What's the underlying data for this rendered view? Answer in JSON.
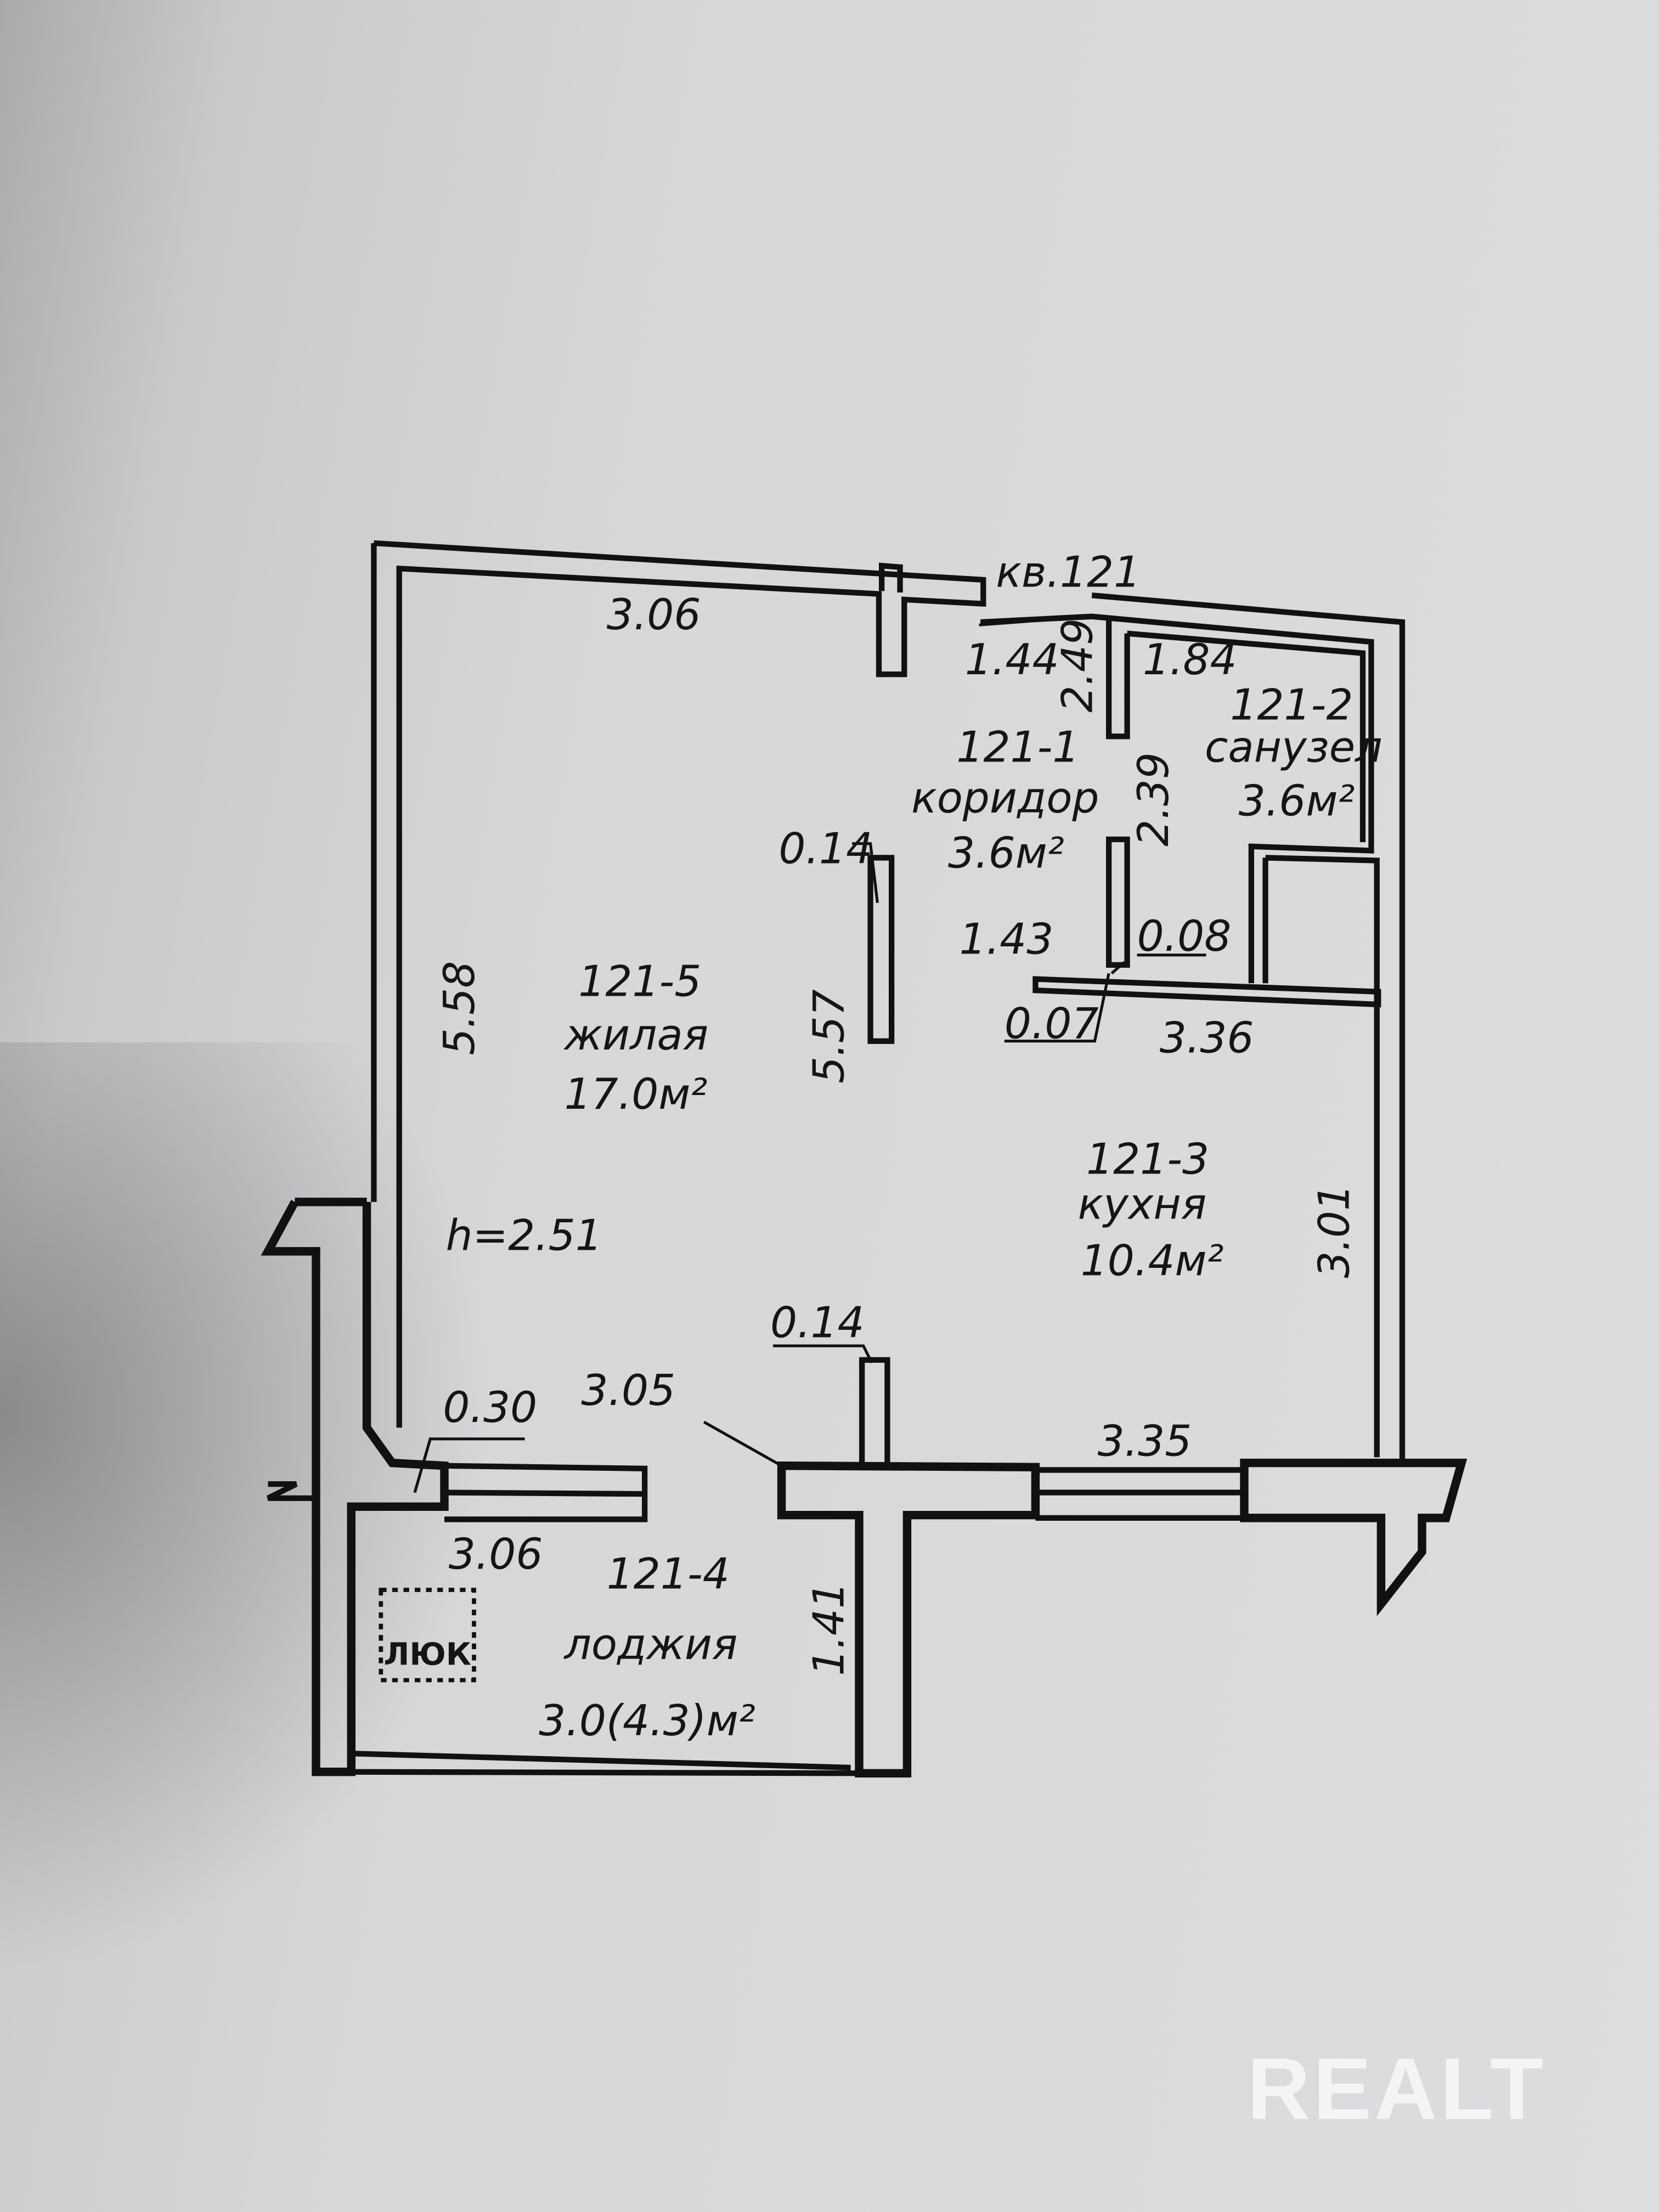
{
  "plan": {
    "apartment": "кв.121",
    "rooms": [
      {
        "id": "121-1",
        "name": "коридор",
        "area": "3.6м²"
      },
      {
        "id": "121-2",
        "name": "санузел",
        "area": "3.6м²"
      },
      {
        "id": "121-3",
        "name": "кухня",
        "area": "10.4м²"
      },
      {
        "id": "121-4",
        "name": "лоджия",
        "area": "3.0(4.3)м²"
      },
      {
        "id": "121-5",
        "name": "жилая",
        "area": "17.0м²"
      }
    ],
    "ceiling_height": "h=2.51",
    "hatch": "ЛЮК",
    "dims": {
      "top_living": "3.06",
      "corr_top": "1.44",
      "corr_vert_top": "2.49",
      "bath_top": "1.84",
      "corr_vert": "2.39",
      "partition_mid": "0.14",
      "corr_bottom": "1.43",
      "bath_wall": "0.08",
      "wall_07": "0.07",
      "kitchen_top": "3.36",
      "living_left": "5.58",
      "living_right": "5.57",
      "kitchen_right": "3.01",
      "partition_low": "0.14",
      "balcony_wall": "0.30",
      "living_bottom": "3.05",
      "kitchen_bottom": "3.35",
      "loggia_top": "3.06",
      "loggia_side": "1.41"
    }
  },
  "watermark": "REALT"
}
